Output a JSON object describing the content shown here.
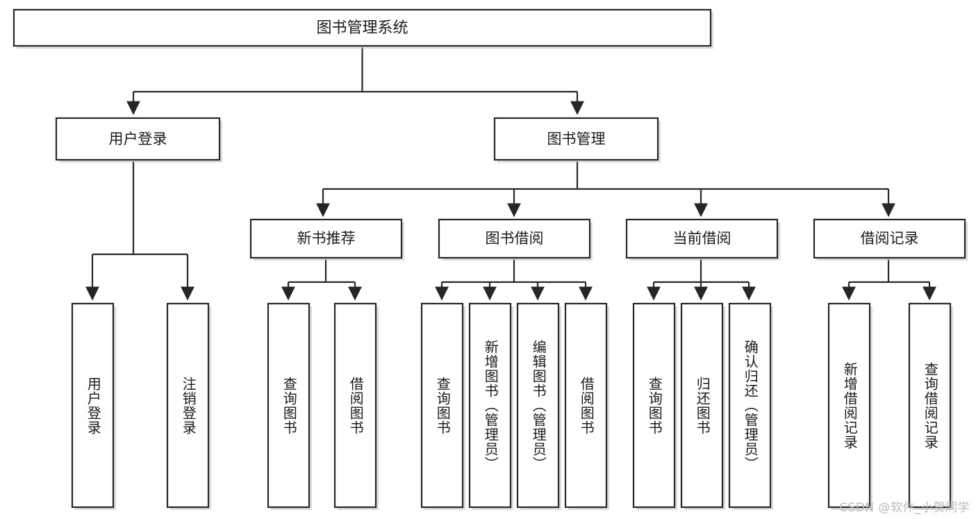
{
  "chart_data": {
    "type": "diagram",
    "title": "图书管理系统",
    "diagram_kind": "功能结构图 / tree",
    "orientation": "top-down",
    "levels": 4
  },
  "diagram": {
    "root": {
      "label": "图书管理系统"
    },
    "level2": [
      {
        "label": "用户登录"
      },
      {
        "label": "图书管理"
      }
    ],
    "level3": [
      {
        "label": "新书推荐"
      },
      {
        "label": "图书借阅"
      },
      {
        "label": "当前借阅"
      },
      {
        "label": "借阅记录"
      }
    ],
    "leaves": {
      "user_login": [
        {
          "label": "用户登录"
        },
        {
          "label": "注销登录"
        }
      ],
      "new_book_recommend": [
        {
          "label": "查询图书"
        },
        {
          "label": "借阅图书"
        }
      ],
      "book_borrow": [
        {
          "label": "查询图书"
        },
        {
          "label": "新增图书（管理员）"
        },
        {
          "label": "编辑图书（管理员）"
        },
        {
          "label": "借阅图书"
        }
      ],
      "current_borrow": [
        {
          "label": "查询图书"
        },
        {
          "label": "归还图书"
        },
        {
          "label": "确认归还（管理员）"
        }
      ],
      "borrow_record": [
        {
          "label": "新增借阅记录"
        },
        {
          "label": "查询借阅记录"
        }
      ]
    }
  },
  "watermark": {
    "text": "CSDN @软件_小贺同学"
  },
  "colors": {
    "stroke": "#262626",
    "fill": "#ffffff",
    "shadow": "#bfbfbf",
    "text": "#1a1a1a",
    "watermark": "#b9b9b9"
  }
}
